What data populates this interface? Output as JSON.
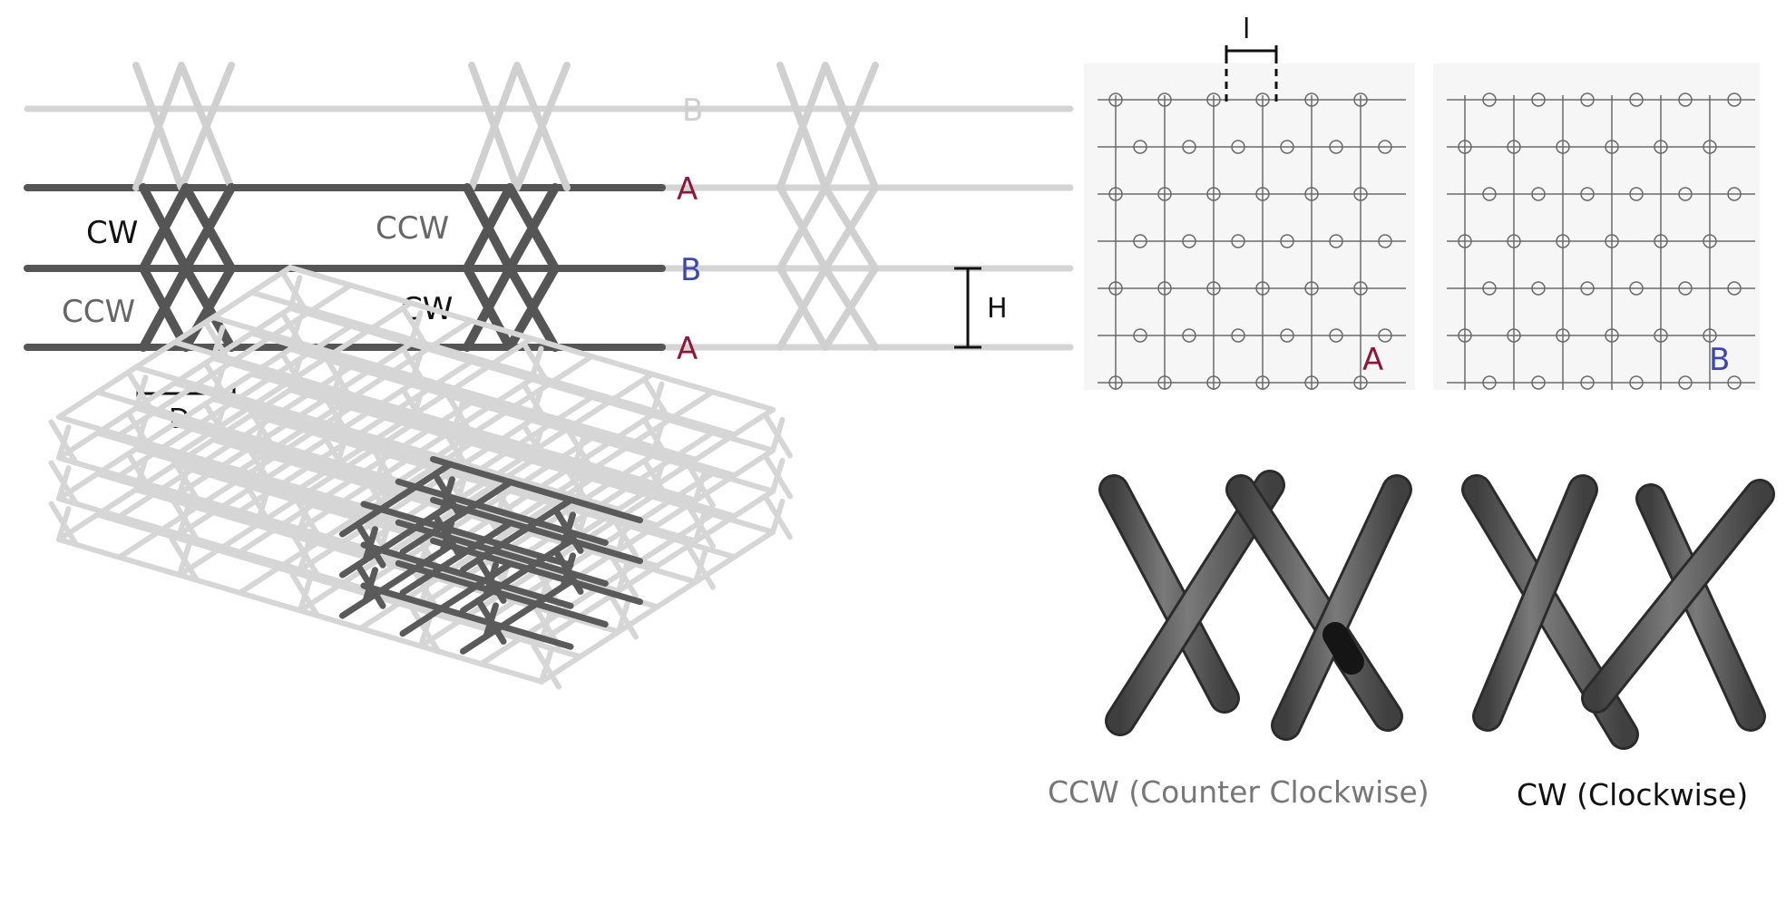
{
  "side_view": {
    "rows": [
      "B",
      "A",
      "B",
      "A"
    ],
    "cw_label_1": "CW",
    "ccw_label_1": "CCW",
    "ccw_label_2": "CCW",
    "cw_label_2": "CW",
    "height_label": "H",
    "diameter_label": "D"
  },
  "top_views": {
    "spacing_label": "l",
    "panel_a_label": "A",
    "panel_b_label": "B"
  },
  "handedness": {
    "ccw_caption": "CCW (Counter Clockwise)",
    "cw_caption": "CW (Clockwise)"
  },
  "colors": {
    "dark_strut": "#555555",
    "light_strut": "#d2d2d2",
    "label_a": "#8b1a3a",
    "label_b": "#3f48a8",
    "ink": "#111111",
    "grey_text": "#666666"
  }
}
